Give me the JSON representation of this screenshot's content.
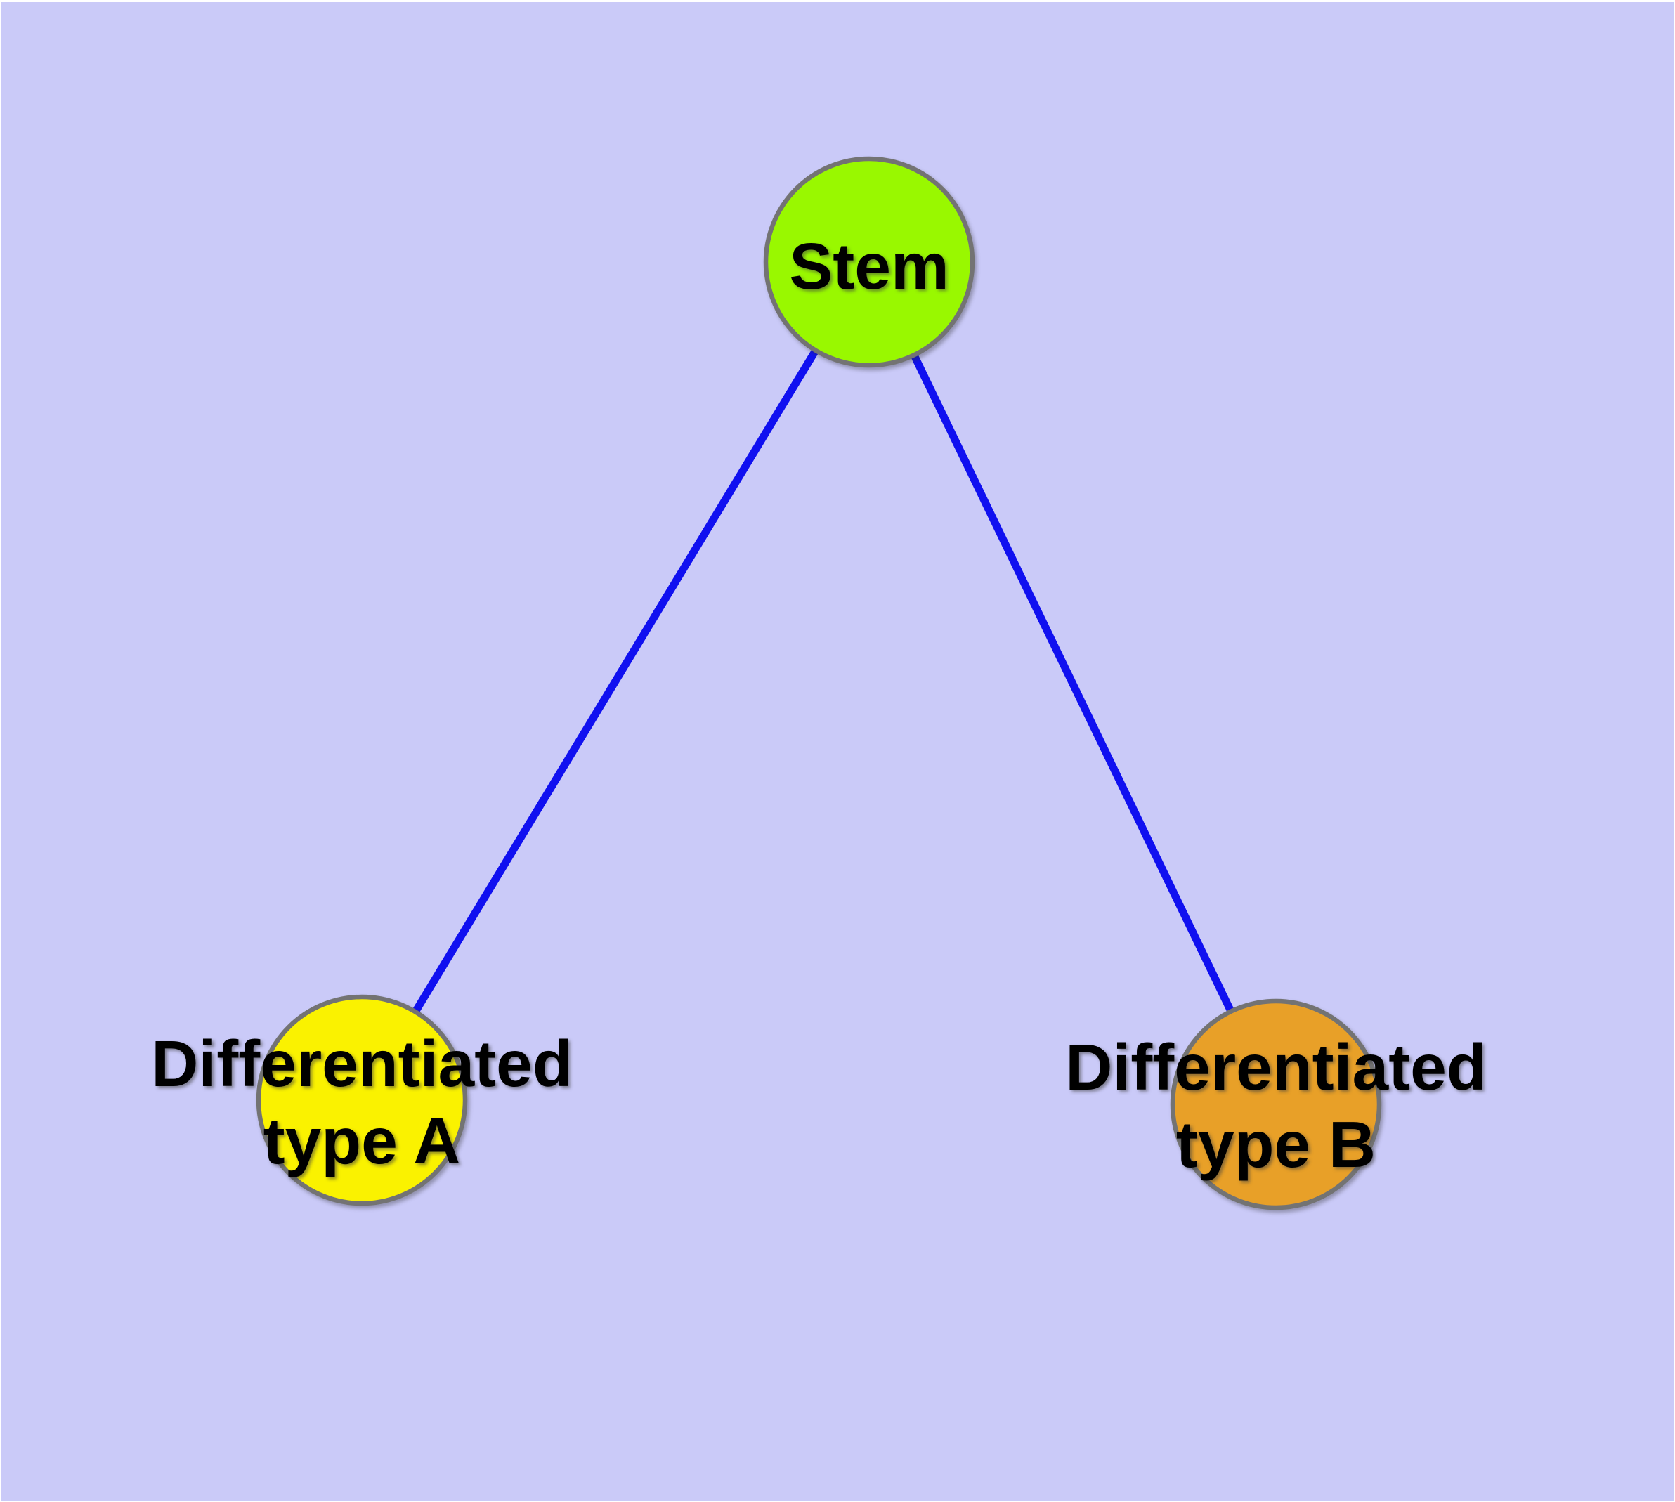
{
  "diagram": {
    "background_color": "#CACAF8",
    "frame_color": "#FFFFFF",
    "edge_color": "#1010F0",
    "node_border_color": "#737373",
    "label_color": "#000000",
    "nodes": [
      {
        "id": "stem",
        "lines": [
          "Stem"
        ],
        "fill": "#99F800"
      },
      {
        "id": "type-a",
        "lines": [
          "Differentiated",
          "type A"
        ],
        "fill": "#FAF200"
      },
      {
        "id": "type-b",
        "lines": [
          "Differentiated",
          "type B"
        ],
        "fill": "#E8A028"
      }
    ],
    "edges": [
      {
        "from": "Stem",
        "to": "Differentiated type A"
      },
      {
        "from": "Stem",
        "to": "Differentiated type B"
      }
    ]
  }
}
